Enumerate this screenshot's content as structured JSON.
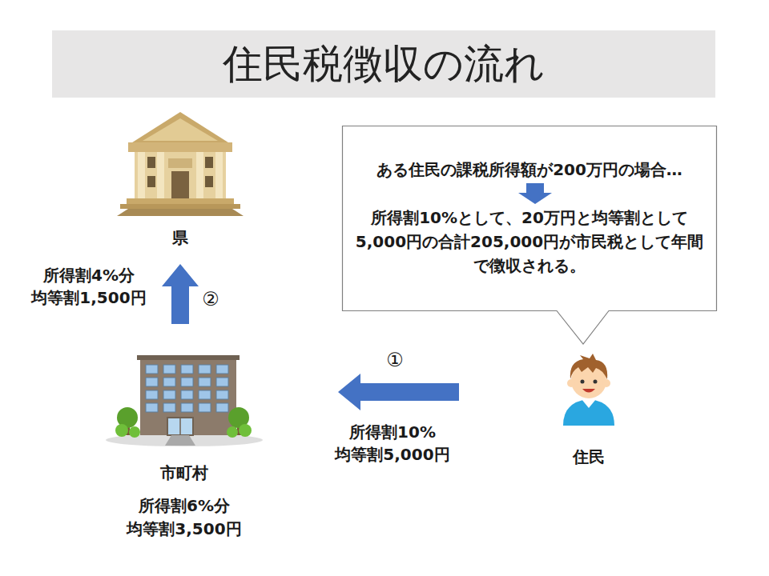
{
  "diagram": {
    "title": "住民税徴収の流れ",
    "nodes": [
      {
        "text": [
          "県"
        ]
      },
      {
        "text": [
          "ある住民の課税所得額が200万円の場合…",
          "所得割10%として、20万円と均等割として5,000円の合計205,000円が市民税として年間で徴収される。"
        ]
      },
      {
        "text": [
          "市町村",
          "所得割6%分 均等割3,500円"
        ]
      },
      {
        "text": [
          "住民"
        ]
      }
    ],
    "edges": [
      {
        "from": 3,
        "to": 2,
        "arrow": "to",
        "label": "所得割10% 均等割5,000円"
      },
      {
        "from": 2,
        "to": 0,
        "arrow": "to",
        "label": "所得割4%分 均等割1,500円"
      }
    ],
    "labels": [
      "①",
      "②"
    ]
  }
}
